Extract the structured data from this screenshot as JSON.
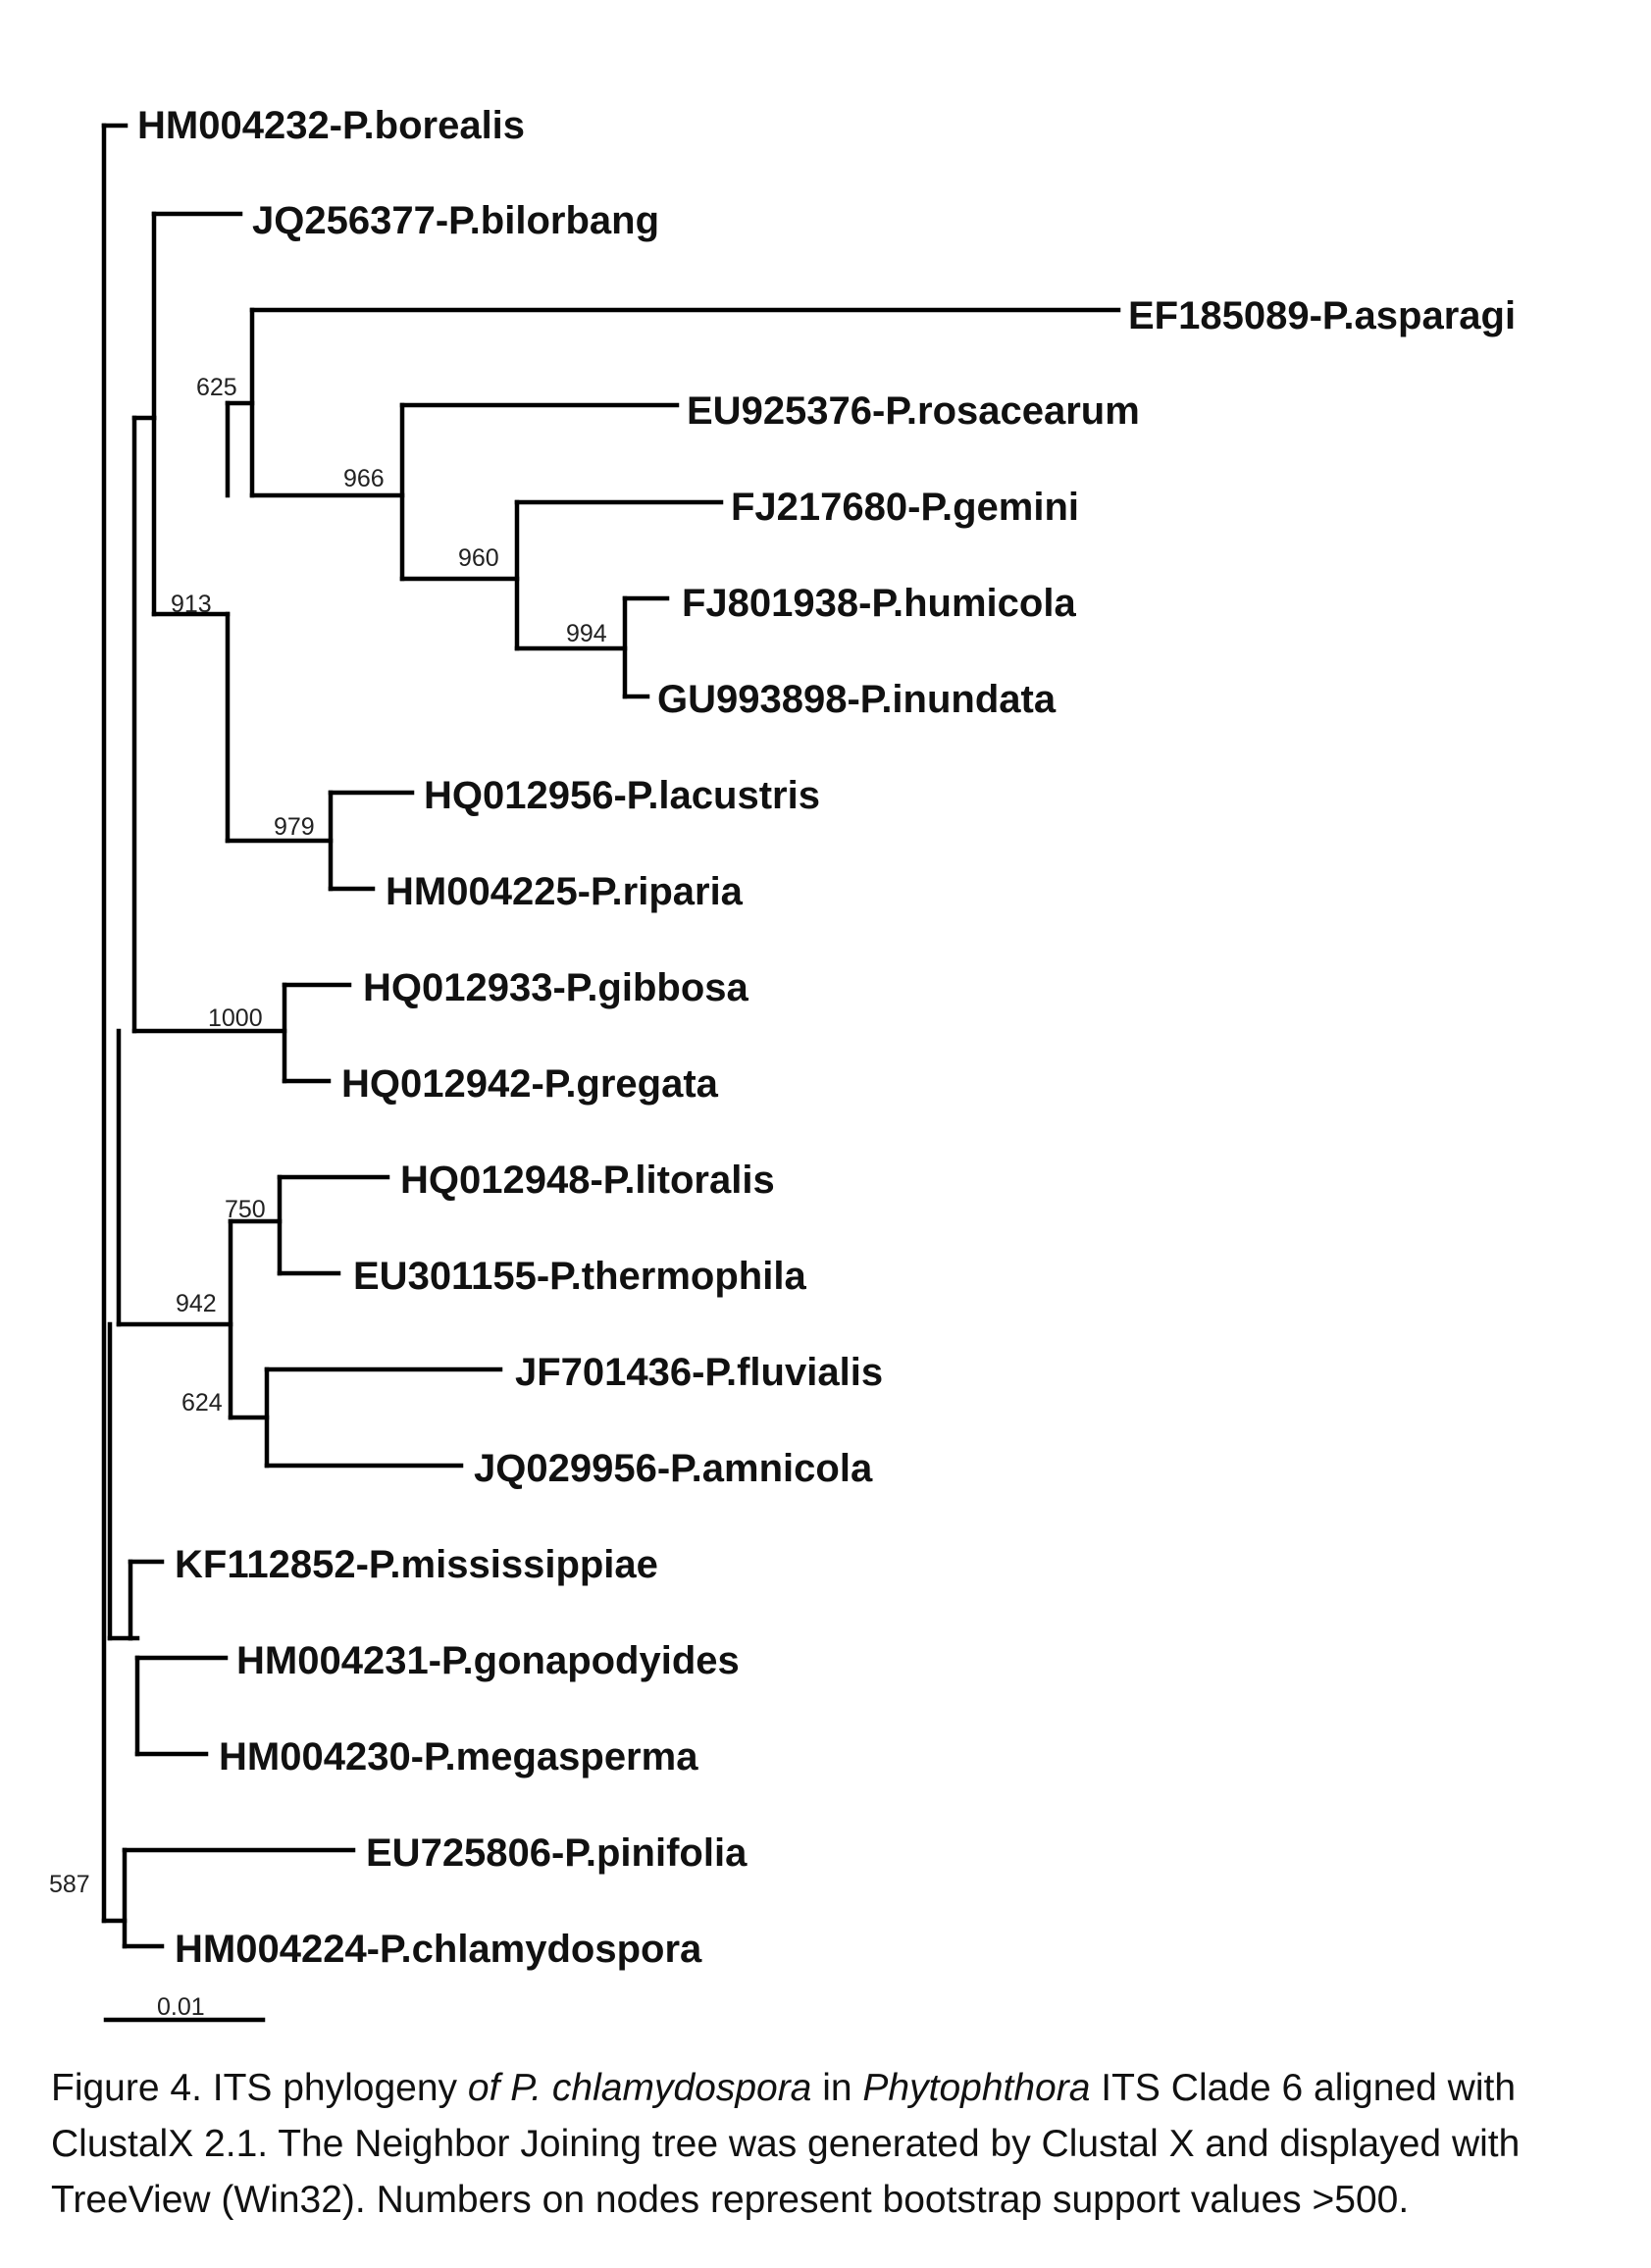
{
  "tree": {
    "taxa": [
      "HM004232-P.borealis",
      "JQ256377-P.bilorbang",
      "EF185089-P.asparagi",
      "EU925376-P.rosacearum",
      "FJ217680-P.gemini",
      "FJ801938-P.humicola",
      "GU993898-P.inundata",
      "HQ012956-P.lacustris",
      "HM004225-P.riparia",
      "HQ012933-P.gibbosa",
      "HQ012942-P.gregata",
      "HQ012948-P.litoralis",
      "EU301155-P.thermophila",
      "JF701436-P.fluvialis",
      "JQ029956-P.amnicola",
      "KF112852-P.mississippiae",
      "HM004231-P.gonapodyides",
      "HM004230-P.megasperma",
      "EU725806-P.pinifolia",
      "HM004224-P.chlamydospora"
    ],
    "bootstrap": [
      "625",
      "966",
      "960",
      "994",
      "913",
      "979",
      "1000",
      "750",
      "942",
      "624",
      "587"
    ],
    "scale_bar": "0.01"
  },
  "caption": {
    "p1": "Figure 4. ITS phylogeny ",
    "p2": "of P. chlamydospora",
    "p3": " in ",
    "p4": "Phytophthora",
    "p5": " ITS Clade 6 aligned with ClustalX 2.1. The Neighbor Joining tree was generated by Clustal X and displayed with TreeView (Win32). Numbers on nodes represent bootstrap support values >500."
  }
}
